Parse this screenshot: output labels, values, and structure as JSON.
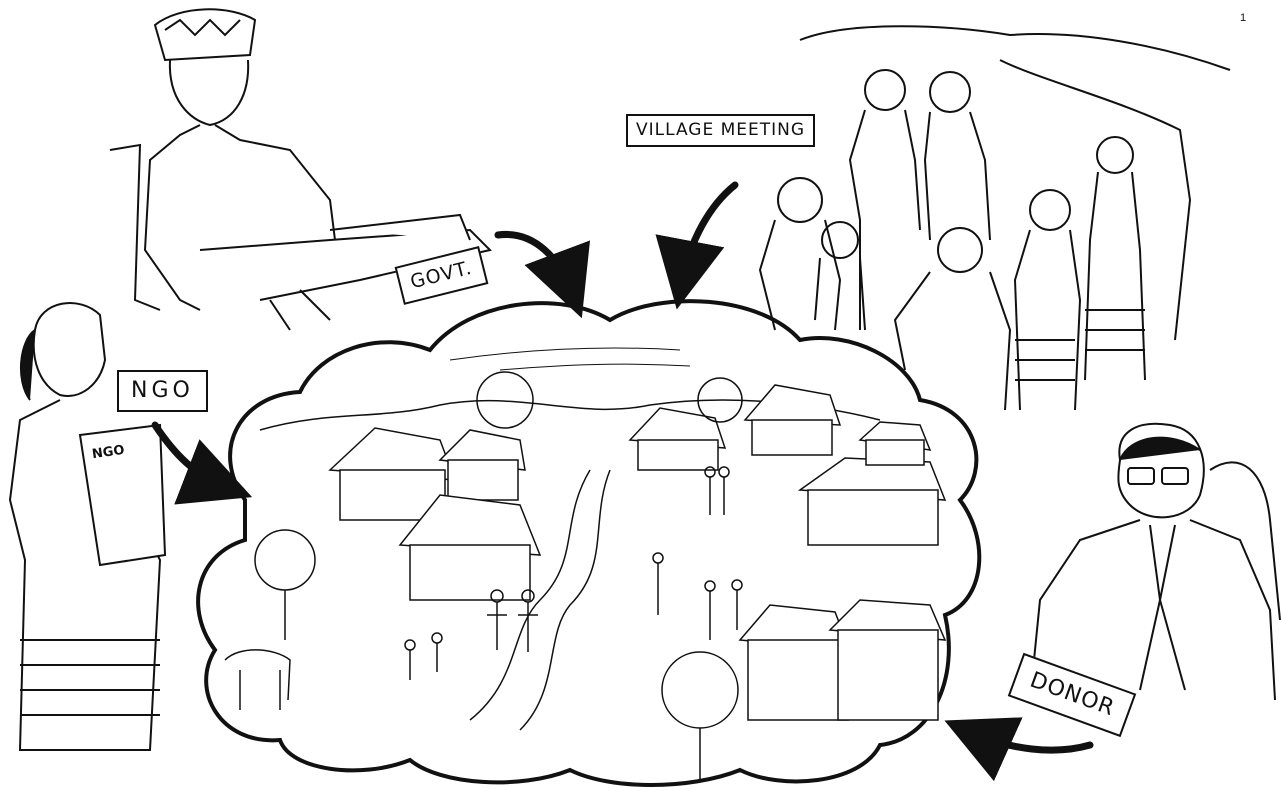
{
  "labels": {
    "govt": "GOVT.",
    "village_meeting": "VILLAGE MEETING",
    "ngo": "NGO",
    "donor": "DONOR",
    "ngo_book": "NGO"
  },
  "page_number": "1",
  "colors": {
    "ink": "#111111",
    "paper": "#ffffff"
  },
  "figures": [
    "government-official",
    "village-meeting-group",
    "ngo-worker",
    "donor",
    "village-scene"
  ]
}
